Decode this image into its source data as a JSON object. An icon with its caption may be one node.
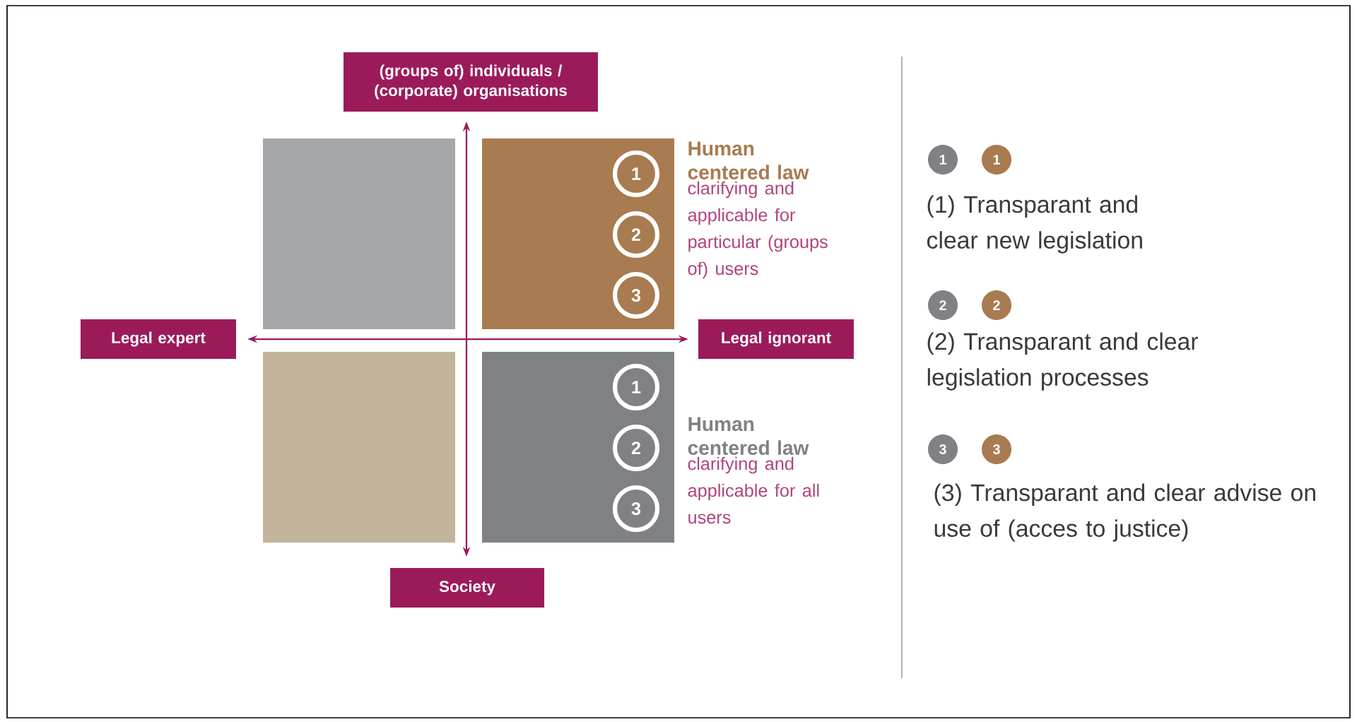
{
  "diagram": {
    "nodes": [
      {
        "text": [
          "(groups of) individuals / (corporate) organisations"
        ]
      },
      {
        "text": [],
        "shape": "box"
      },
      {
        "text": [],
        "shape": "box",
        "beside": [
          "Human centered law",
          "clarifying and applicable for particular (groups of) users"
        ]
      },
      {
        "text": [
          "1"
        ],
        "in": 2
      },
      {
        "text": [
          "2"
        ],
        "in": 2
      },
      {
        "text": [
          "3"
        ],
        "in": 2
      },
      {
        "text": [
          "Legal expert"
        ]
      },
      {
        "text": [
          "Legal ignorant"
        ]
      },
      {
        "text": [],
        "shape": "box"
      },
      {
        "text": [],
        "shape": "box",
        "beside": [
          "Human centered law",
          "clarifying and applicable for all users"
        ]
      },
      {
        "text": [
          "1"
        ],
        "in": 9
      },
      {
        "text": [
          "2"
        ],
        "in": 9
      },
      {
        "text": [
          "3"
        ],
        "in": 9
      },
      {
        "text": [
          "Society"
        ]
      },
      {
        "text": [
          "1"
        ]
      },
      {
        "text": [
          "1"
        ]
      },
      {
        "text": [
          "2"
        ]
      },
      {
        "text": [
          "2"
        ]
      },
      {
        "text": [
          "3"
        ]
      },
      {
        "text": [
          "3"
        ]
      }
    ],
    "labels": [
      "(1) Transparant and clear new legislation",
      "(2) Transparant and clear legislation processes",
      "(3) Transparant and clear advise on use of (acces to justice)"
    ]
  }
}
